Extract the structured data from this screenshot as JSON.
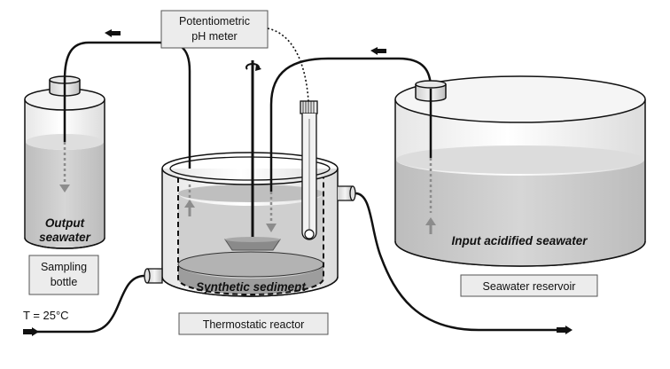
{
  "labels": {
    "ph_meter_line1": "Potentiometric",
    "ph_meter_line2": "pH meter",
    "output_line1": "Output",
    "output_line2": "seawater",
    "sampling_line1": "Sampling",
    "sampling_line2": "bottle",
    "synthetic_sediment": "Synthetic sediment",
    "input_seawater": "Input acidified seawater",
    "seawater_reservoir": "Seawater reservoir",
    "thermostatic_reactor": "Thermostatic reactor",
    "temperature": "T = 25°C"
  },
  "colors": {
    "outline": "#111111",
    "water": "#c8c8c8",
    "water_light": "#d9d9d9",
    "label_box": "#ececec",
    "container": "#f7f7f7",
    "sediment": "#a9a9a9",
    "arrow_gray": "#8c8c8c"
  },
  "icons": {
    "flow_arrow": "black-block-arrow",
    "rotation": "rotation-arrow-icon"
  }
}
